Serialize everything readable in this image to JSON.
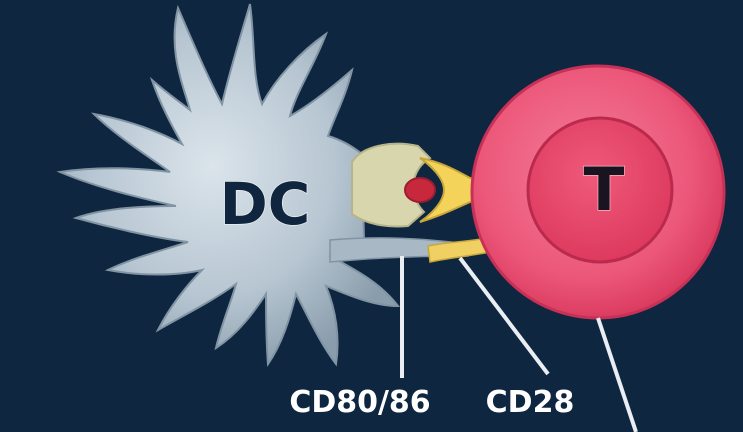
{
  "diagram": {
    "cells": {
      "dendritic_label": "DC",
      "t_cell_label": "T"
    },
    "molecule_labels": {
      "cd80_86": "CD80/86",
      "cd28": "CD28"
    },
    "colors": {
      "background": "#0f2640",
      "dendritic_cell": "#b7c6d2",
      "t_cell": "#ec5779",
      "t_nucleus": "#e33f62",
      "mhc": "#d8d6ad",
      "tcr": "#f3d35a",
      "antigen": "#c8283c",
      "leader": "#e9eef3"
    }
  }
}
